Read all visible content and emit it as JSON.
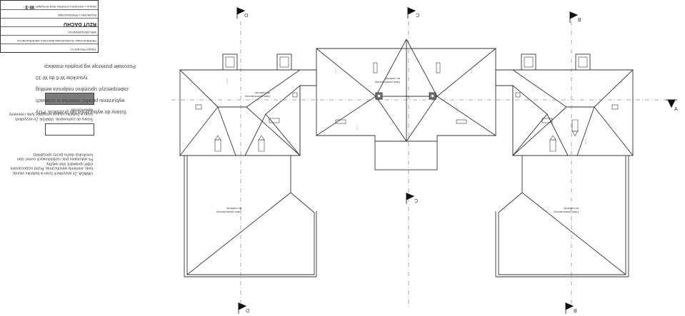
{
  "title_block": {
    "rows": [
      "TEMAT PROJEKTU:",
      "PRZEBUDOWA I ROZBUDOWA BUDYNKU MIESZKALNEGO",
      "WIELORODZINNEGO",
      "RZUT DACHU",
      "ROZBIÓRKI I PRZEBUDOWA",
      "W-3"
    ],
    "scale_label": "SKALA",
    "scale_value": "1:100",
    "date_label": "DATA",
    "date_value": "LISTOPAD 2018",
    "sheet_label": "RYSUNEK",
    "sheet_value": "W-3"
  },
  "legend": {
    "note_top": "UWAGA: Ze wszystkich ścian w budynku usunąć tynki, elementy wykończenia. Przed rozpoczęciem robót sprawdzić stan więźby.\nPo wykonaniu prac rozbiórkowych ocenić stan konstrukcji dachu (przez specjalistę).",
    "swatch_caption": "Ściany do zachowania. UWAGA: Ze wszystkich ścian w budynku usunąć wszystkie tynki i elementy wykończenia."
  },
  "notes": {
    "line1": "Ściany do wyburzenia lub przebicia. Przy",
    "line2": "wyburzeniu przebić otworów w ścianach",
    "line3": "zabezpieczyć uprzednio nadproża według",
    "line4": "rysunków W-6 do W-10",
    "line5": "Pozostałe przekroje wg projektu instalacji"
  },
  "section_markers": {
    "top": [
      "D",
      "C",
      "B"
    ],
    "bottom": [
      "D",
      "C",
      "B"
    ],
    "side": "A"
  },
  "plan_notes": [
    "Dach przeznaczony do rozbiórki",
    "Dach przeznaczony do rozbiórki",
    "Dach przeznaczony do rozbiórki",
    "Dach przeznaczony do rozbiórki"
  ]
}
